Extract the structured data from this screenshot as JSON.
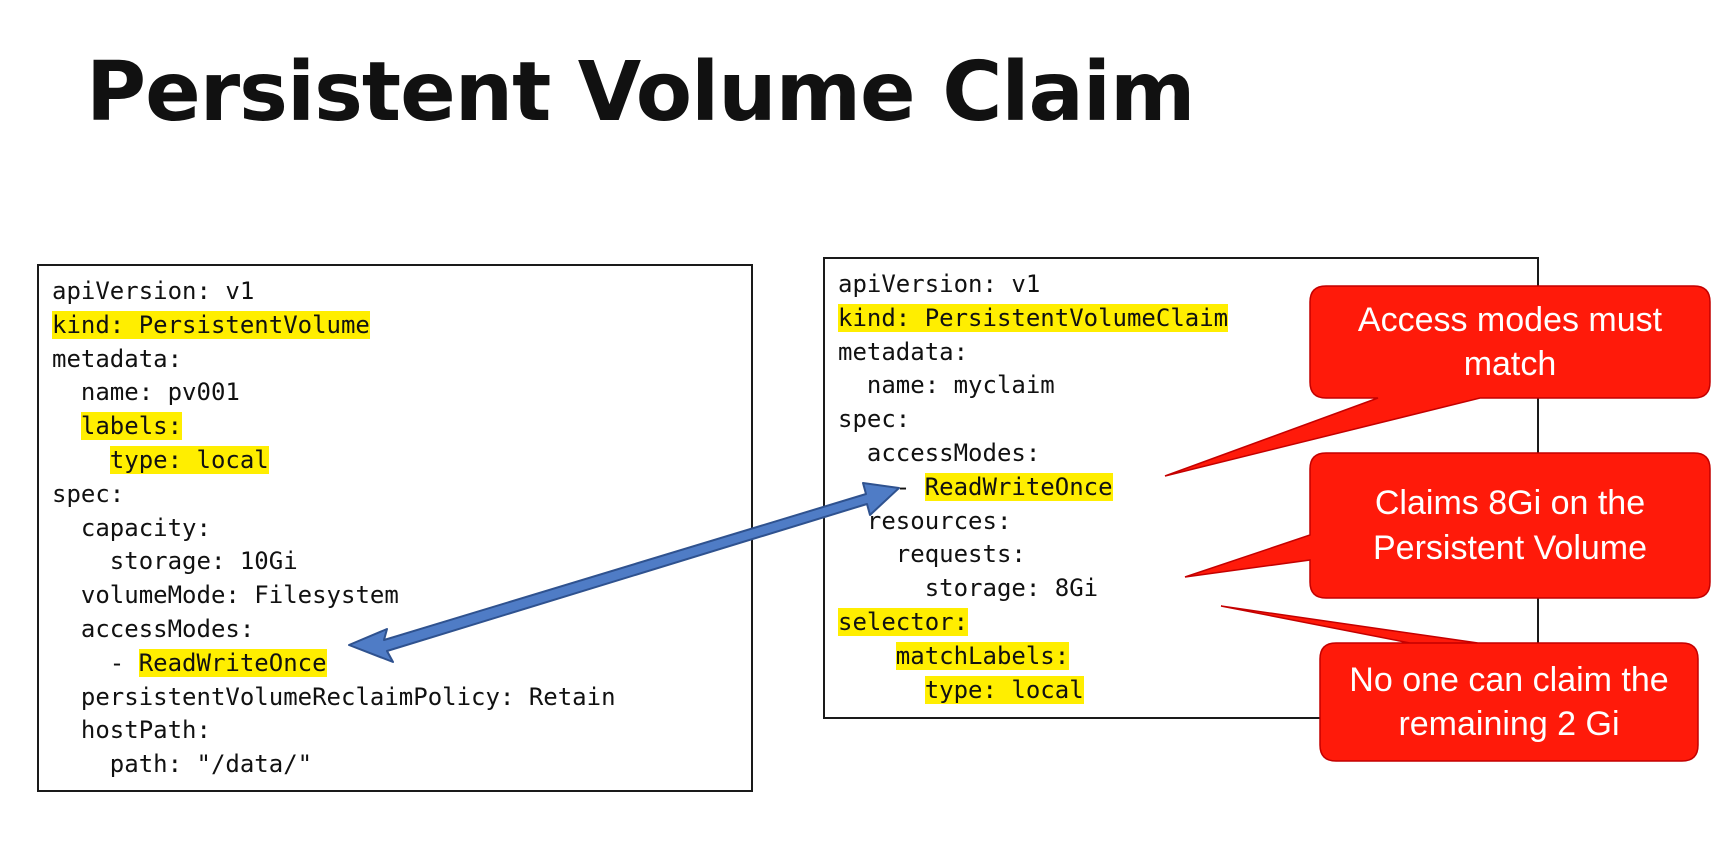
{
  "title": "Persistent Volume Claim",
  "pv_yaml": [
    {
      "text": "apiVersion: v1",
      "hl": false
    },
    {
      "text": "kind: PersistentVolume",
      "hl": true
    },
    {
      "text": "metadata:",
      "hl": false
    },
    {
      "text": "  name: pv001",
      "hl": false
    },
    {
      "text": "  labels:",
      "hl": true
    },
    {
      "text": "    type: local",
      "hl": true
    },
    {
      "text": "spec:",
      "hl": false
    },
    {
      "text": "  capacity:",
      "hl": false
    },
    {
      "text": "    storage: 10Gi",
      "hl": false
    },
    {
      "text": "  volumeMode: Filesystem",
      "hl": false
    },
    {
      "text": "  accessModes:",
      "hl": false
    },
    {
      "text": "    - ",
      "hl": false,
      "hl_text": "ReadWriteOnce"
    },
    {
      "text": "  persistentVolumeReclaimPolicy: Retain",
      "hl": false
    },
    {
      "text": "  hostPath:",
      "hl": false
    },
    {
      "text": "    path: \"/data/\"",
      "hl": false
    }
  ],
  "pvc_yaml": [
    {
      "text": "apiVersion: v1",
      "hl": false
    },
    {
      "text": "kind: PersistentVolumeClaim",
      "hl": true
    },
    {
      "text": "metadata:",
      "hl": false
    },
    {
      "text": "  name: myclaim",
      "hl": false
    },
    {
      "text": "spec:",
      "hl": false
    },
    {
      "text": "  accessModes:",
      "hl": false
    },
    {
      "text": "    - ",
      "hl": false,
      "hl_text": "ReadWriteOnce"
    },
    {
      "text": "  resources:",
      "hl": false
    },
    {
      "text": "    requests:",
      "hl": false
    },
    {
      "text": "      storage: 8Gi",
      "hl": false
    },
    {
      "text": "selector:",
      "hl": true
    },
    {
      "text": "    matchLabels:",
      "hl": true
    },
    {
      "text": "      type: local",
      "hl": true
    }
  ],
  "callouts": [
    {
      "text": "Access modes must match"
    },
    {
      "text": "Claims 8Gi on the Persistent Volume"
    },
    {
      "text": "No one can claim the remaining 2 Gi"
    }
  ],
  "colors": {
    "highlight": "#ffee00",
    "callout_fill": "#ff1a0a",
    "callout_stroke": "#c40000",
    "arrow_fill": "#4f7cc6",
    "arrow_stroke": "#2f528f",
    "text": "#111111"
  }
}
